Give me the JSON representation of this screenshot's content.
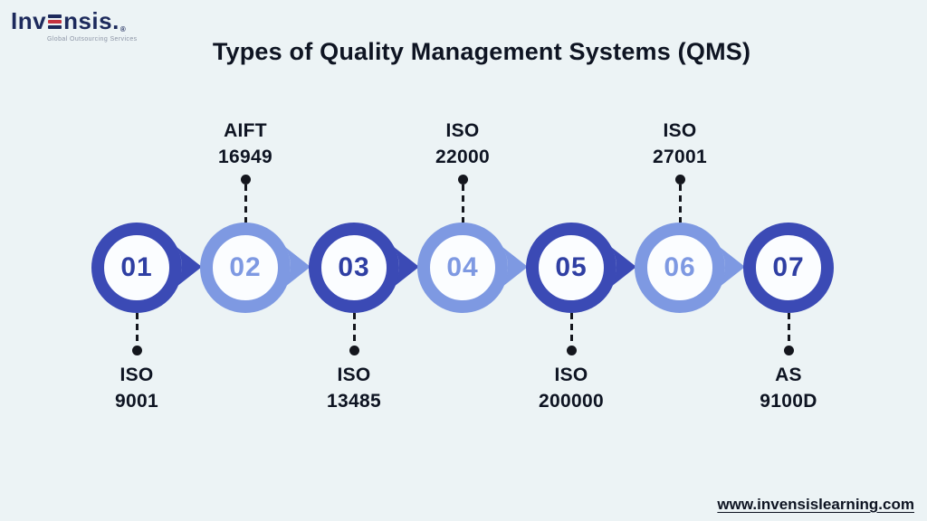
{
  "page": {
    "title": "Types of Quality Management Systems (QMS)",
    "footer_url": "www.invensislearning.com"
  },
  "logo": {
    "text_pre": "Inv",
    "text_post": "nsis",
    "period": ".",
    "registered": "®",
    "tagline": "Global Outsourcing Services"
  },
  "colors": {
    "background": "#ecf3f5",
    "dark_blue": "#3b4ab5",
    "light_blue": "#7e99e2",
    "dark_number": "#2f3fa3",
    "connector_black": "#14161d",
    "title_ink": "#0e1422",
    "logo_navy": "#1d2a5c",
    "logo_red": "#c53240"
  },
  "timeline": {
    "steps": [
      {
        "number": "01",
        "label_line1": "ISO",
        "label_line2": "9001",
        "label_position": "below",
        "tone": "dark",
        "has_arrow": true
      },
      {
        "number": "02",
        "label_line1": "AIFT",
        "label_line2": "16949",
        "label_position": "above",
        "tone": "light",
        "has_arrow": true
      },
      {
        "number": "03",
        "label_line1": "ISO",
        "label_line2": "13485",
        "label_position": "below",
        "tone": "dark",
        "has_arrow": true
      },
      {
        "number": "04",
        "label_line1": "ISO",
        "label_line2": "22000",
        "label_position": "above",
        "tone": "light",
        "has_arrow": true
      },
      {
        "number": "05",
        "label_line1": "ISO",
        "label_line2": "200000",
        "label_position": "below",
        "tone": "dark",
        "has_arrow": true
      },
      {
        "number": "06",
        "label_line1": "ISO",
        "label_line2": "27001",
        "label_position": "above",
        "tone": "light",
        "has_arrow": true
      },
      {
        "number": "07",
        "label_line1": "AS",
        "label_line2": "9100D",
        "label_position": "below",
        "tone": "dark",
        "has_arrow": false
      }
    ]
  }
}
